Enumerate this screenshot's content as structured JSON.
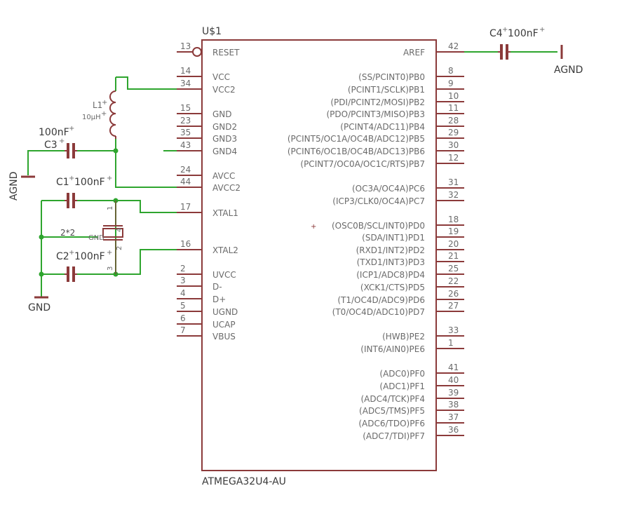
{
  "colors": {
    "symbol": "#8b3a3a",
    "wire": "#2ea52e",
    "text": "#6a6a6a",
    "background": "#ffffff"
  },
  "chip": {
    "designator": "U$1",
    "part": "ATMEGA32U4-AU"
  },
  "left_pins": [
    {
      "num": "13",
      "name": "RESET"
    },
    {
      "num": "14",
      "name": "VCC"
    },
    {
      "num": "34",
      "name": "VCC2"
    },
    {
      "num": "15",
      "name": "GND"
    },
    {
      "num": "23",
      "name": "GND2"
    },
    {
      "num": "35",
      "name": "GND3"
    },
    {
      "num": "43",
      "name": "GND4"
    },
    {
      "num": "24",
      "name": "AVCC"
    },
    {
      "num": "44",
      "name": "AVCC2"
    },
    {
      "num": "17",
      "name": "XTAL1"
    },
    {
      "num": "16",
      "name": "XTAL2"
    },
    {
      "num": "2",
      "name": "UVCC"
    },
    {
      "num": "3",
      "name": "D-"
    },
    {
      "num": "4",
      "name": "D+"
    },
    {
      "num": "5",
      "name": "UGND"
    },
    {
      "num": "6",
      "name": "UCAP"
    },
    {
      "num": "7",
      "name": "VBUS"
    }
  ],
  "right_pins": [
    {
      "num": "42",
      "name": "AREF"
    },
    {
      "num": "8",
      "name": "(SS/PCINT0)PB0"
    },
    {
      "num": "9",
      "name": "(PCINT1/SCLK)PB1"
    },
    {
      "num": "10",
      "name": "(PDI/PCINT2/MOSI)PB2"
    },
    {
      "num": "11",
      "name": "(PDO/PCINT3/MISO)PB3"
    },
    {
      "num": "28",
      "name": "(PCINT4/ADC11)PB4"
    },
    {
      "num": "29",
      "name": "(PCINT5/OC1A/OC4B/ADC12)PB5"
    },
    {
      "num": "30",
      "name": "(PCINT6/OC1B/OC4B/ADC13)PB6"
    },
    {
      "num": "12",
      "name": "(PCINT7/OC0A/OC1C/RTS)PB7"
    },
    {
      "num": "31",
      "name": "(OC3A/OC4A)PC6"
    },
    {
      "num": "32",
      "name": "(ICP3/CLK0/OC4A)PC7"
    },
    {
      "num": "18",
      "name": "(OSC0B/SCL/INT0)PD0"
    },
    {
      "num": "19",
      "name": "(SDA/INT1)PD1"
    },
    {
      "num": "20",
      "name": "(RXD1/INT2)PD2"
    },
    {
      "num": "21",
      "name": "(TXD1/INT3)PD3"
    },
    {
      "num": "25",
      "name": "(ICP1/ADC8)PD4"
    },
    {
      "num": "22",
      "name": "(XCK1/CTS)PD5"
    },
    {
      "num": "26",
      "name": "(T1/OC4D/ADC9)PD6"
    },
    {
      "num": "27",
      "name": "(T0/OC4D/ADC10)PD7"
    },
    {
      "num": "33",
      "name": "(HWB)PE2"
    },
    {
      "num": "1",
      "name": "(INT6/AIN0)PE6"
    },
    {
      "num": "41",
      "name": "(ADC0)PF0"
    },
    {
      "num": "40",
      "name": "(ADC1)PF1"
    },
    {
      "num": "39",
      "name": "(ADC4/TCK)PF4"
    },
    {
      "num": "38",
      "name": "(ADC5/TMS)PF5"
    },
    {
      "num": "37",
      "name": "(ADC6/TDO)PF6"
    },
    {
      "num": "36",
      "name": "(ADC7/TDI)PF7"
    }
  ],
  "parts": {
    "c4_name": "C4",
    "c4_value": "100nF",
    "agnd_right": "AGND",
    "agnd_left": "AGND",
    "l1_name": "L1",
    "l1_value": "10µH",
    "c3_value": "100nF",
    "c3_name": "C3",
    "c1_name": "C1",
    "c1_value": "100nF",
    "c2_name": "C2",
    "c2_value": "100nF",
    "crystal_name": "2*2",
    "crystal_gnd": "GND",
    "crystal_pin1": "1",
    "crystal_pin2": "2",
    "crystal_pin3": "3",
    "crystal_pin4": "4",
    "gnd_bottom": "GND",
    "plus": "+"
  }
}
